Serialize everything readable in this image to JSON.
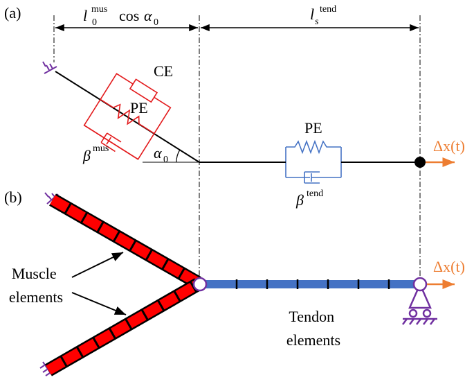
{
  "panels": {
    "a": "(a)",
    "b": "(b)"
  },
  "dimensions": {
    "left": {
      "symbol": "l",
      "sub": "0",
      "sup": "mus",
      "trig": "cos",
      "angle": "α",
      "angle_sub": "0"
    },
    "right": {
      "symbol": "l",
      "sub": "s",
      "sup": "tend"
    }
  },
  "labels": {
    "ce": "CE",
    "pe_muscle": "PE",
    "pe_tendon": "PE",
    "beta_mus": {
      "symbol": "β",
      "sup": "mus"
    },
    "beta_tend": {
      "symbol": "β",
      "sup": "tend"
    },
    "alpha0": {
      "symbol": "α",
      "sub": "0"
    },
    "delta_x_a": "Δx(t)",
    "delta_x_b": "Δx(t)",
    "muscle_elements": [
      "Muscle",
      "elements"
    ],
    "tendon_elements": [
      "Tendon",
      "elements"
    ]
  },
  "colors": {
    "muscle_model": "#e31a1c",
    "tendon_model": "#4472c4",
    "muscle_bar": "#ff0000",
    "tendon_bar": "#4472c4",
    "ground": "#7030a0",
    "force_arrow": "#ed7d31",
    "line": "#000000"
  }
}
